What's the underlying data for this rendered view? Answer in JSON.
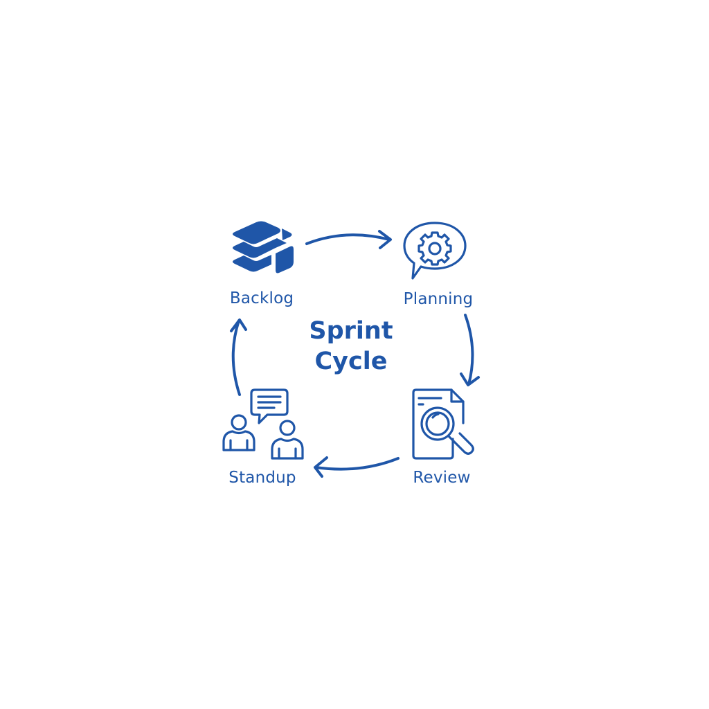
{
  "diagram": {
    "type": "cycle",
    "center": {
      "line1": "Sprint",
      "line2": "Cycle"
    },
    "accent_color": "#1f56a8",
    "background_color": "#ffffff",
    "nodes": [
      {
        "id": "backlog",
        "label": "Backlog",
        "icon": "stacked-layers-icon",
        "position": "top-left"
      },
      {
        "id": "planning",
        "label": "Planning",
        "icon": "gear-speech-bubble-icon",
        "position": "top-right"
      },
      {
        "id": "review",
        "label": "Review",
        "icon": "document-magnifier-icon",
        "position": "bottom-right"
      },
      {
        "id": "standup",
        "label": "Standup",
        "icon": "people-chat-icon",
        "position": "bottom-left"
      }
    ],
    "edges": [
      {
        "from": "Backlog",
        "to": "Planning",
        "direction": "clockwise"
      },
      {
        "from": "Planning",
        "to": "Review",
        "direction": "clockwise"
      },
      {
        "from": "Review",
        "to": "Standup",
        "direction": "clockwise"
      },
      {
        "from": "Standup",
        "to": "Backlog",
        "direction": "clockwise"
      }
    ]
  }
}
